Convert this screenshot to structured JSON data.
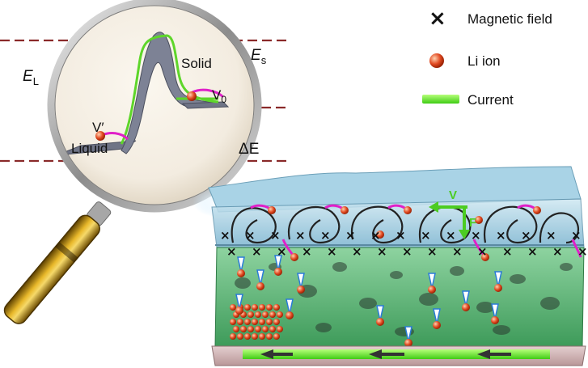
{
  "legend": {
    "magnetic_field": "Magnetic field",
    "li_ion": "Li ion",
    "current": "Current",
    "cross_symbol": "×"
  },
  "energy": {
    "el_main": "E",
    "el_sub": "L",
    "es_main": "E",
    "es_sub": "s",
    "delta_e": "ΔE"
  },
  "lens": {
    "solid": "Solid",
    "liquid": "Liquid",
    "v0_main": "V",
    "v0_sub": "0",
    "vprime": "V′"
  },
  "device": {
    "v_label": "V",
    "f_label": "F"
  },
  "colors": {
    "dash": "#8a2a2a",
    "green": "#4ccc22",
    "ion": "#e24a22",
    "magenta": "#e020c8",
    "electrolyte": "#7fbcd6",
    "foam": "#4cae6e",
    "handle": "#d2a11a"
  }
}
